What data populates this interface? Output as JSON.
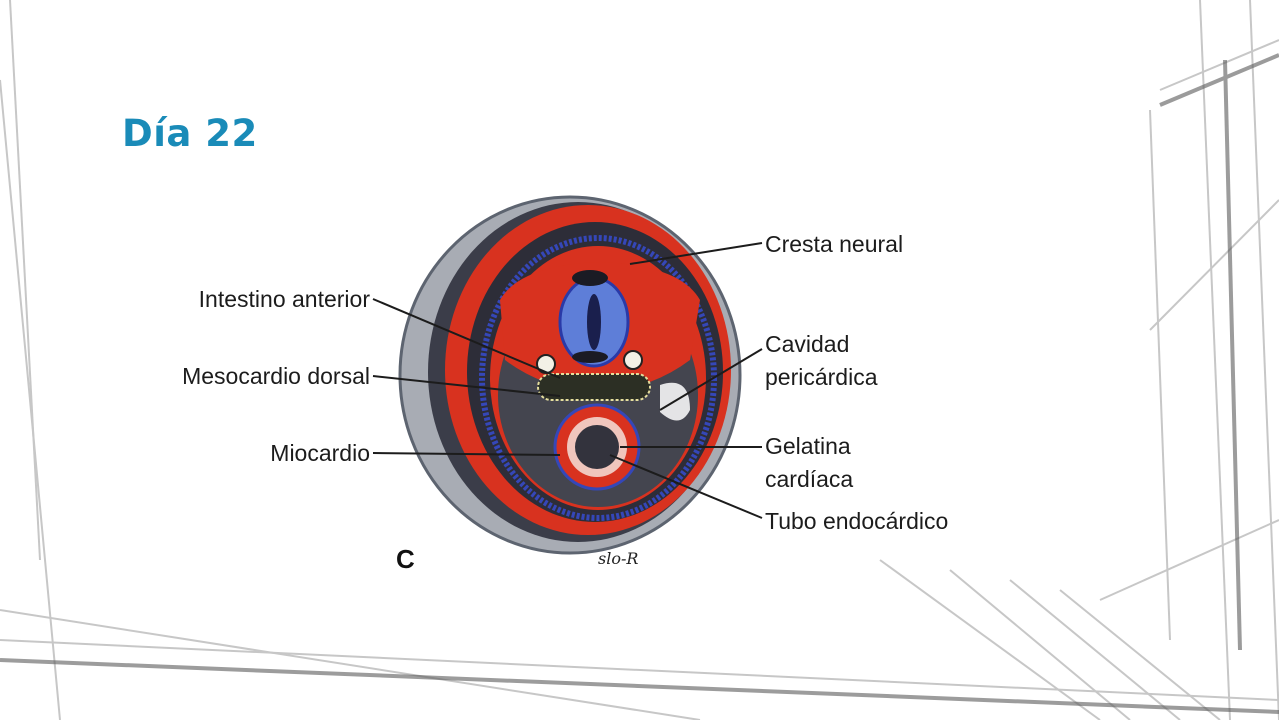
{
  "slide": {
    "title": "Día 22"
  },
  "diagram": {
    "panel_letter": "C",
    "signature": "slo-R",
    "labels": {
      "cresta_neural": "Cresta neural",
      "intestino_anterior": "Intestino anterior",
      "mesocardio_dorsal": "Mesocardio dorsal",
      "cavidad_pericardica_1": "Cavidad",
      "cavidad_pericardica_2": "pericárdica",
      "miocardio": "Miocardio",
      "gelatina_cardiaca_1": "Gelatina",
      "gelatina_cardiaca_2": "cardíaca",
      "tubo_endocardico": "Tubo endocárdico"
    },
    "colors": {
      "title": "#1a8bb8",
      "tissue_red": "#d8321f",
      "tissue_blue": "#3547b8",
      "dark_gray": "#2d2d38"
    }
  }
}
